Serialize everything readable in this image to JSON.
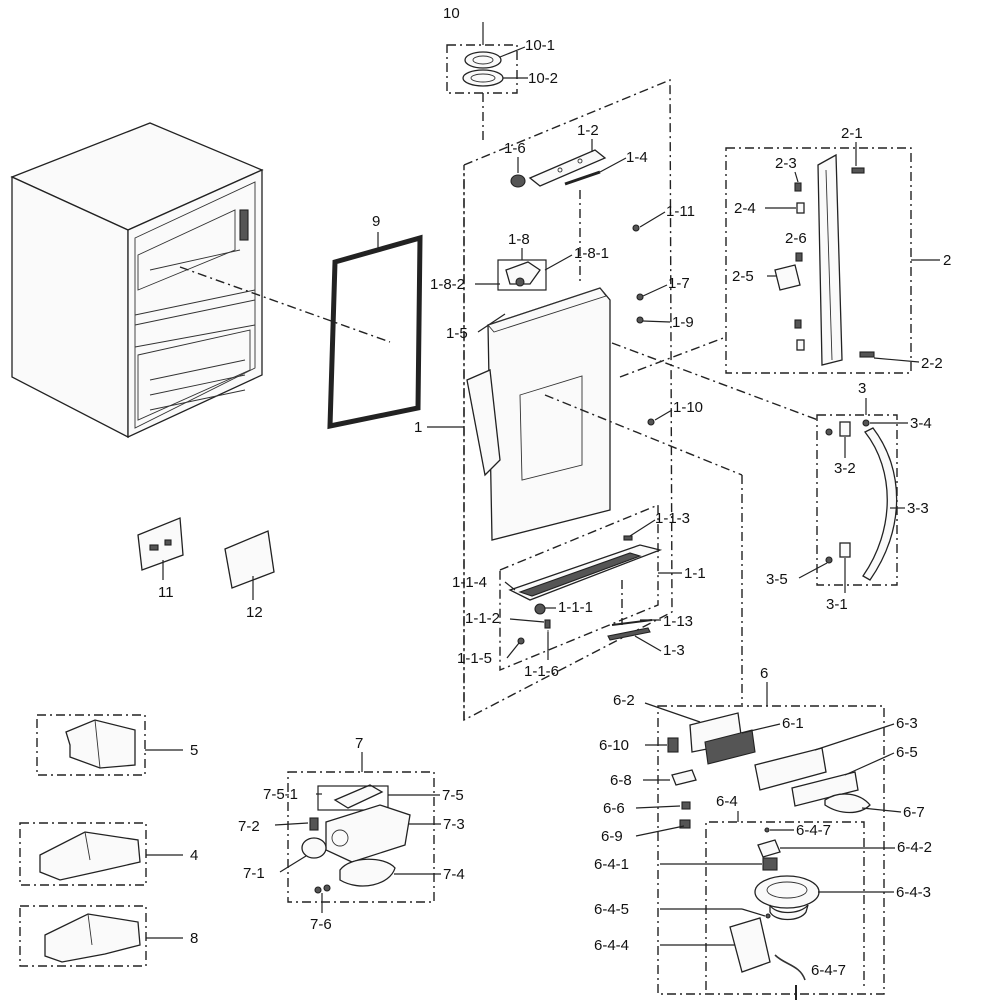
{
  "labels": {
    "l10": "10",
    "l10_1": "10-1",
    "l10_2": "10-2",
    "l1_6": "1-6",
    "l1_2": "1-2",
    "l1_4": "1-4",
    "l1_11": "1-11",
    "l1_8": "1-8",
    "l1_8_1": "1-8-1",
    "l1_8_2": "1-8-2",
    "l1_7": "1-7",
    "l1_9": "1-9",
    "l1_5": "1-5",
    "l1": "1",
    "l1_10": "1-10",
    "l9": "9",
    "l2_1": "2-1",
    "l2_3": "2-3",
    "l2_4": "2-4",
    "l2_6": "2-6",
    "l2_5": "2-5",
    "l2": "2",
    "l2_2": "2-2",
    "l3": "3",
    "l3_4": "3-4",
    "l3_2": "3-2",
    "l3_3": "3-3",
    "l3_5": "3-5",
    "l3_1": "3-1",
    "l1_1_3": "1-1-3",
    "l1_1": "1-1",
    "l1_1_4": "1-1-4",
    "l1_1_1": "1-1-1",
    "l1_1_2": "1-1-2",
    "l1_13": "1-13",
    "l1_1_5": "1-1-5",
    "l1_3": "1-3",
    "l1_1_6": "1-1-6",
    "l11": "11",
    "l12": "12",
    "l5": "5",
    "l4": "4",
    "l8": "8",
    "l7": "7",
    "l7_5_1": "7-5-1",
    "l7_5": "7-5",
    "l7_2": "7-2",
    "l7_3": "7-3",
    "l7_1": "7-1",
    "l7_4": "7-4",
    "l7_6": "7-6",
    "l6": "6",
    "l6_2": "6-2",
    "l6_1": "6-1",
    "l6_3": "6-3",
    "l6_10": "6-10",
    "l6_5": "6-5",
    "l6_8": "6-8",
    "l6_6": "6-6",
    "l6_7": "6-7",
    "l6_4": "6-4",
    "l6_9": "6-9",
    "l6_4_7a": "6-4-7",
    "l6_4_2": "6-4-2",
    "l6_4_1": "6-4-1",
    "l6_4_3": "6-4-3",
    "l6_4_5": "6-4-5",
    "l6_4_4": "6-4-4",
    "l6_4_7b": "6-4-7"
  }
}
